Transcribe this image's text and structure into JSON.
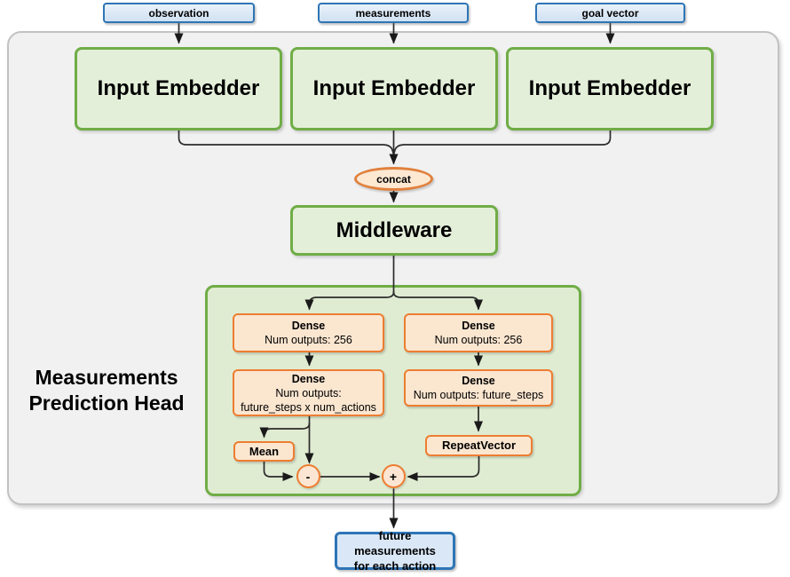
{
  "inputs": [
    {
      "label": "observation"
    },
    {
      "label": "measurements"
    },
    {
      "label": "goal vector"
    }
  ],
  "embedders": [
    {
      "label": "Input Embedder"
    },
    {
      "label": "Input Embedder"
    },
    {
      "label": "Input Embedder"
    }
  ],
  "concat": {
    "label": "concat"
  },
  "middleware": {
    "label": "Middleware"
  },
  "head": {
    "title_line1": "Measurements",
    "title_line2": "Prediction Head",
    "left_branch": {
      "dense1": {
        "name": "Dense",
        "outputs": "Num outputs: 256"
      },
      "dense2": {
        "name": "Dense",
        "outputs_line1": "Num outputs:",
        "outputs_line2": "future_steps x num_actions"
      },
      "mean": {
        "label": "Mean"
      },
      "minus": {
        "label": "-"
      }
    },
    "right_branch": {
      "dense1": {
        "name": "Dense",
        "outputs": "Num outputs: 256"
      },
      "dense2": {
        "name": "Dense",
        "outputs": "Num outputs: future_steps"
      },
      "repeat": {
        "label": "RepeatVector"
      },
      "plus": {
        "label": "+"
      }
    }
  },
  "output": {
    "line1": "future measurements",
    "line2": "for each action"
  },
  "colors": {
    "green_border": "#70ad47",
    "green_fill": "#e4efda",
    "head_fill": "#e0ecd2",
    "orange_border": "#ed7d31",
    "orange_fill": "#fbe6d0",
    "blue_border": "#2e75b6",
    "blue_fill": "#d9e7f6",
    "frame_fill": "#f1f1f2",
    "frame_border": "#c2c2c4",
    "wire": "#2b2b2b"
  }
}
